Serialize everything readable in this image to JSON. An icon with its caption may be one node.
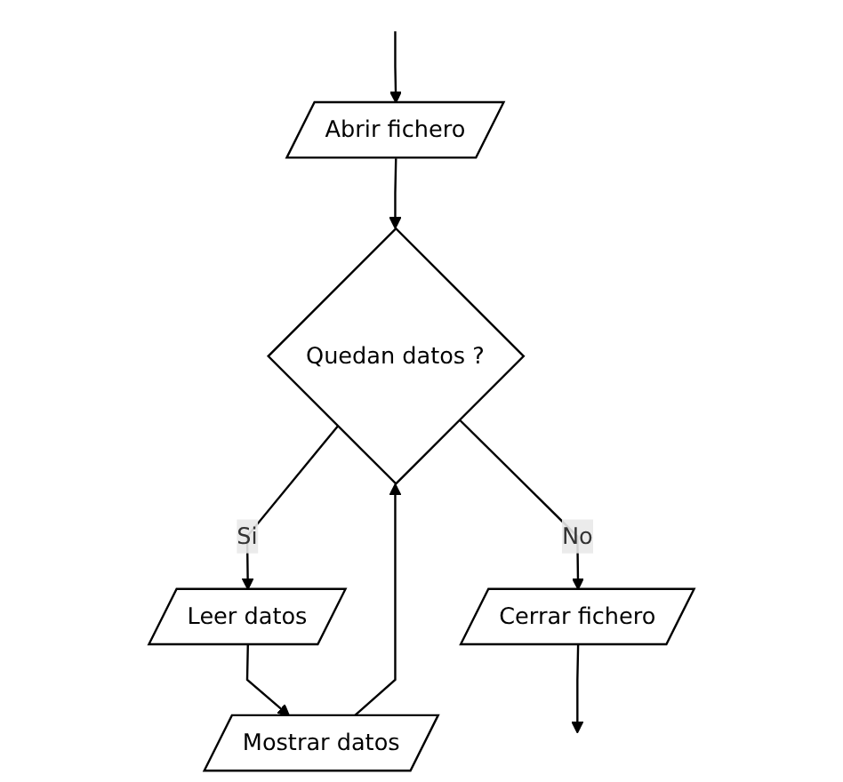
{
  "diagram": {
    "nodes": [
      {
        "text": [
          "Abrir fichero"
        ]
      },
      {
        "text": [
          "Quedan datos ?"
        ]
      },
      {
        "text": [
          "Leer datos"
        ]
      },
      {
        "text": [
          "Mostrar datos"
        ]
      },
      {
        "text": [
          "Cerrar fichero"
        ]
      }
    ],
    "edges": [
      {
        "from": null,
        "to": 0,
        "arrow": "to"
      },
      {
        "from": 0,
        "to": 1,
        "arrow": "to"
      },
      {
        "from": 1,
        "to": 2,
        "label": "Si",
        "arrow": "to"
      },
      {
        "from": 1,
        "to": 4,
        "label": "No",
        "arrow": "to"
      },
      {
        "from": 2,
        "to": 3,
        "arrow": "to"
      },
      {
        "from": 3,
        "to": 1,
        "arrow": "to"
      },
      {
        "from": 4,
        "to": null,
        "arrow": "to"
      }
    ]
  }
}
